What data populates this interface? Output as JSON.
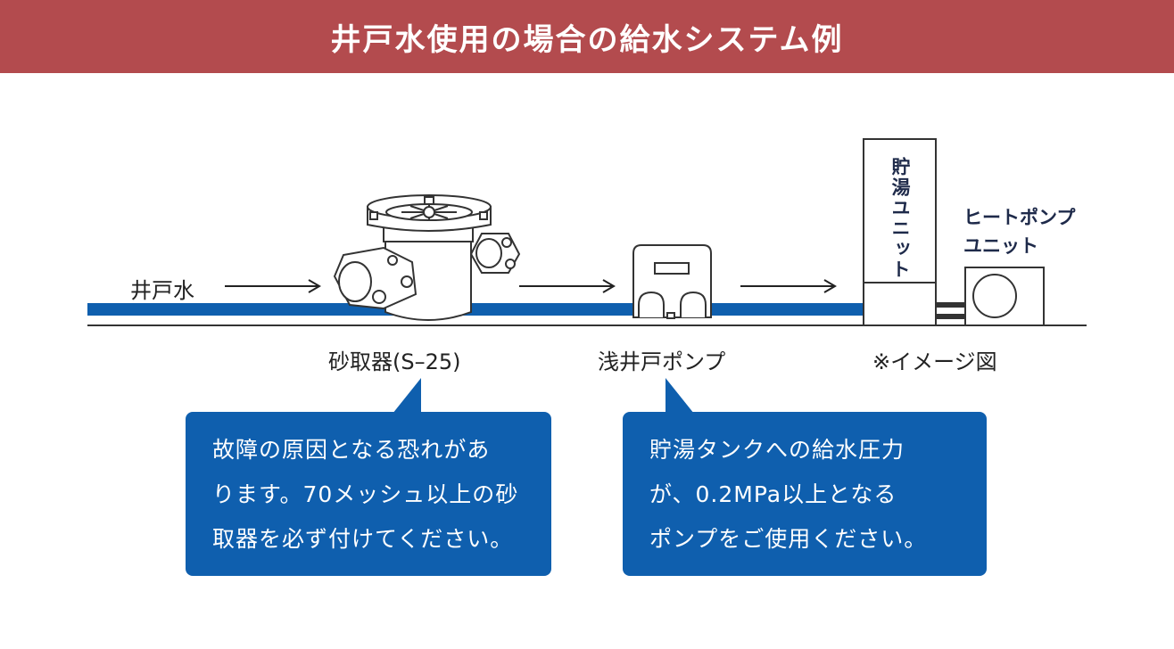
{
  "title": "井戸水使用の場合の給水システム例",
  "labels": {
    "source": "井戸水",
    "filter": "砂取器(S–25)",
    "pump": "浅井戸ポンプ",
    "note": "※イメージ図",
    "tank": "貯湯ユニット",
    "heatpump_line1": "ヒートポンプ",
    "heatpump_line2": "ユニット"
  },
  "callouts": {
    "left": [
      "故障の原因となる恐れがあ",
      "ります。70メッシュ以上の砂",
      "取器を必ず付けてください。"
    ],
    "right": [
      "貯湯タンクへの給水圧力",
      "が、0.2MPa以上となる",
      "ポンプをご使用ください。"
    ]
  },
  "colors": {
    "header": "#b34b4e",
    "pipe": "#0f5fae",
    "callout": "#0f5fae",
    "line": "#333333"
  }
}
